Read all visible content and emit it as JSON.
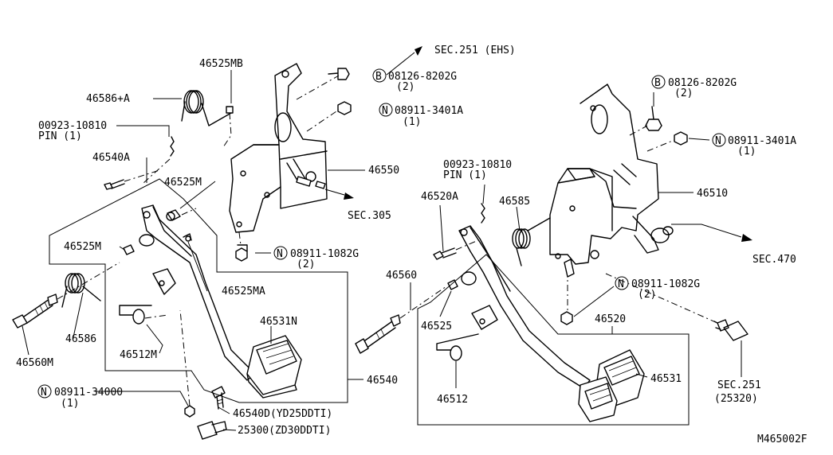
{
  "diagram_id": "M465002F",
  "sections": {
    "sec251_ehs": "SEC.251 (EHS)",
    "sec305": "SEC.305",
    "sec470": "SEC.470",
    "sec251": "SEC.251",
    "sec251_sub": "(25320)"
  },
  "left_assembly": {
    "p46525MB": "46525MB",
    "p46586A": "46586+A",
    "p00923": "00923-10810",
    "pin1": "PIN (1)",
    "p46540A": "46540A",
    "p46525M_a": "46525M",
    "p46525M_b": "46525M",
    "p46550": "46550",
    "p46525MA": "46525MA",
    "p46531N": "46531N",
    "p46512M": "46512M",
    "p46586": "46586",
    "p46560M": "46560M",
    "p46540": "46540",
    "p46540D": "46540D(YD25DDTI)",
    "p25300": "25300(ZD30DDTI)",
    "b_code": "08126-8202G",
    "b_qty": "(2)",
    "n1_code": "08911-3401A",
    "n1_qty": "(1)",
    "n2_code": "08911-1082G",
    "n2_qty": "(2)",
    "n3_code": "08911-34000",
    "n3_qty": "(1)"
  },
  "right_assembly": {
    "p00923": "00923-10810",
    "pin1": "PIN (1)",
    "p46520A": "46520A",
    "p46585": "46585",
    "p46510": "46510",
    "p46560": "46560",
    "p46525": "46525",
    "p46520": "46520",
    "p46531": "46531",
    "p46512": "46512",
    "b_code": "08126-8202G",
    "b_qty": "(2)",
    "n1_code": "08911-3401A",
    "n1_qty": "(1)",
    "n2_code": "08911-1082G",
    "n2_qty": "(2)"
  },
  "symbols": {
    "bolt_letter": "B",
    "nut_letter": "N"
  }
}
